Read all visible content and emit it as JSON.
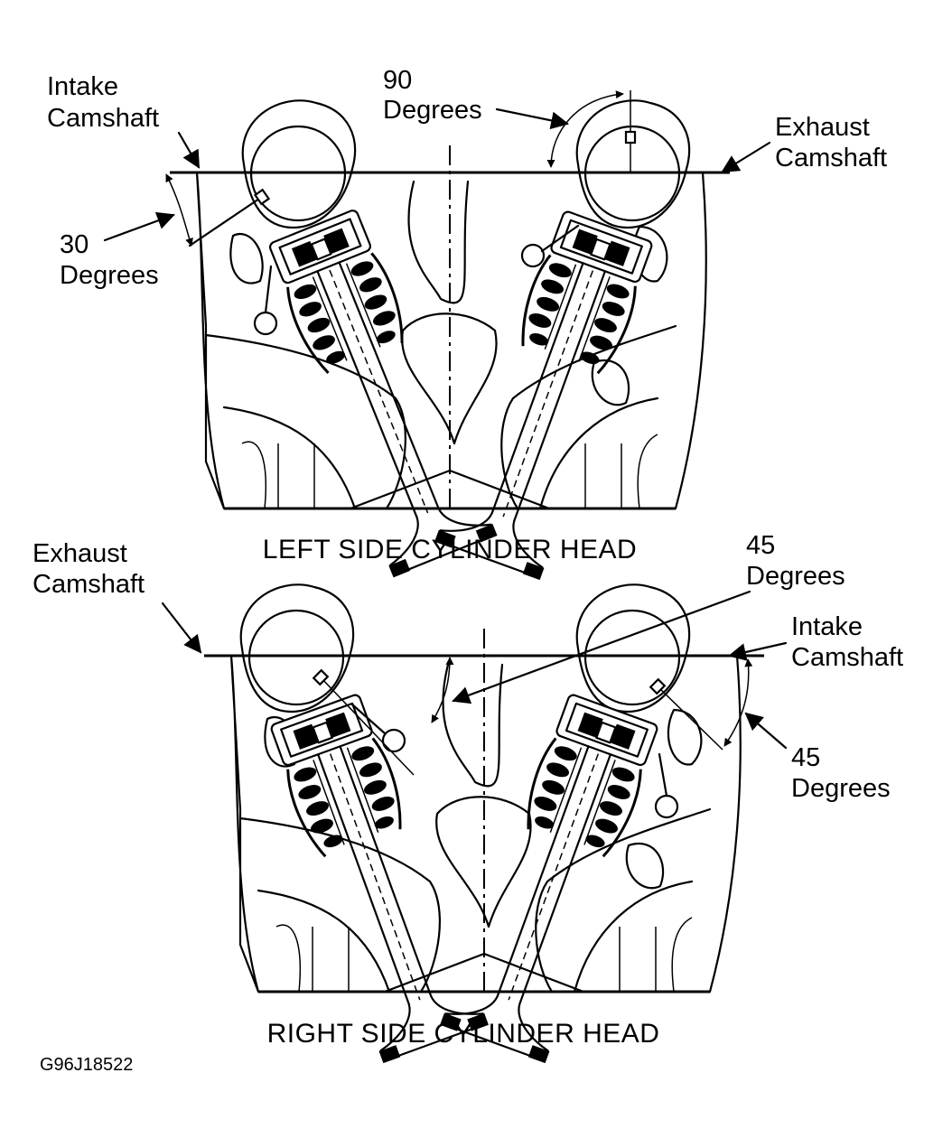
{
  "left_head": {
    "caption": "LEFT SIDE CYLINDER HEAD",
    "intake_label": [
      "Intake",
      "Camshaft"
    ],
    "exhaust_label": [
      "Exhaust",
      "Camshaft"
    ],
    "intake_angle_label": [
      "30",
      "Degrees"
    ],
    "exhaust_angle_label": [
      "90",
      "Degrees"
    ]
  },
  "right_head": {
    "caption": "RIGHT SIDE CYLINDER HEAD",
    "exhaust_label": [
      "Exhaust",
      "Camshaft"
    ],
    "intake_label": [
      "Intake",
      "Camshaft"
    ],
    "exhaust_angle_label": [
      "45",
      "Degrees"
    ],
    "intake_angle_label": [
      "45",
      "Degrees"
    ]
  },
  "figure_code": "G96J18522"
}
